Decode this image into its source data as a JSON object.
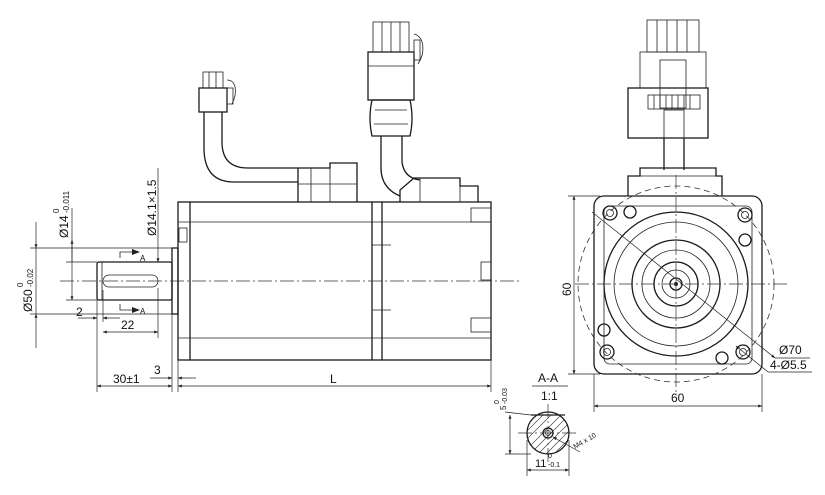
{
  "side_view": {
    "shaft_dia_label": "Ø14",
    "shaft_dia_tol_upper": "0",
    "shaft_dia_tol_lower": "-0.011",
    "flange_dia_label": "Ø50",
    "flange_dia_tol_upper": "0",
    "flange_dia_tol_lower": "-0.02",
    "shaft_step_label": "Ø14.1×1.5",
    "key_offset_label": "2",
    "key_length_label": "22",
    "shaft_length_label": "30±1",
    "flange_thickness_label": "3",
    "body_length_label": "L",
    "section_mark": "A"
  },
  "front_view": {
    "height_label": "60",
    "width_label": "60",
    "bolt_circle_label": "Ø70",
    "holes_label": "4-Ø5.5"
  },
  "section_view": {
    "title": "A-A",
    "scale": "1:1",
    "key_depth_label": "5",
    "key_depth_tol_upper": "0",
    "key_depth_tol_lower": "-0.03",
    "shaft_cut_label": "11",
    "shaft_cut_tol_upper": "0",
    "shaft_cut_tol_lower": "-0.1",
    "thread_label": "M4 x 10"
  }
}
